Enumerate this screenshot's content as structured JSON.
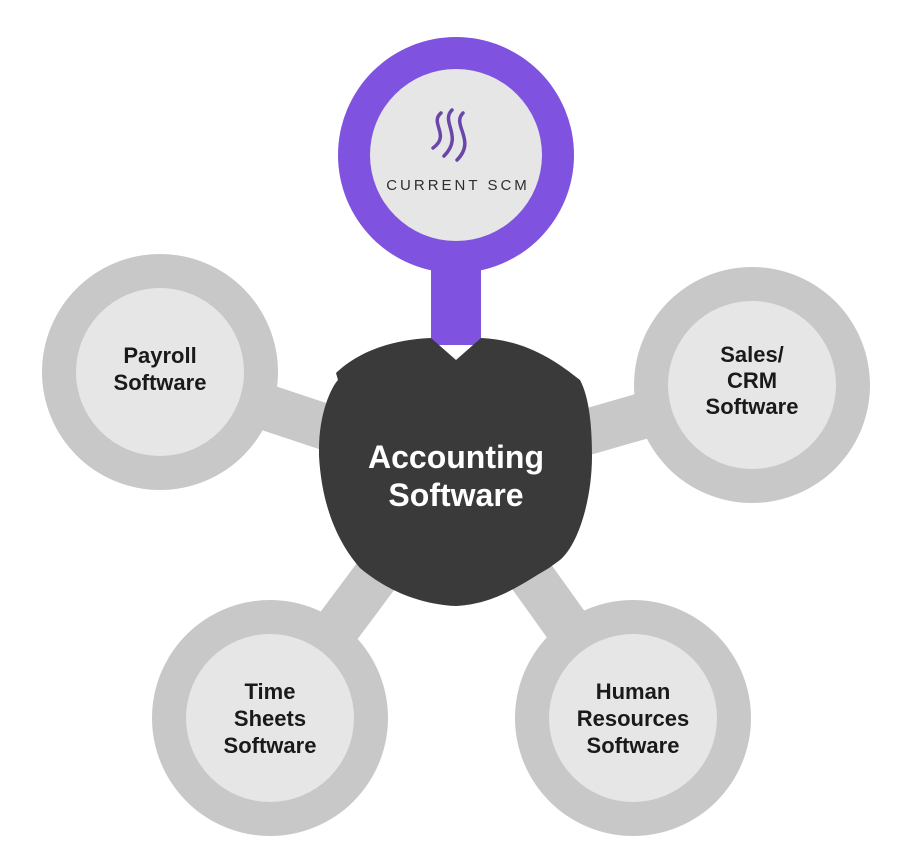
{
  "hub": {
    "line1": "Accounting",
    "line2": "Software",
    "color": "#3a3a3a"
  },
  "featured": {
    "brand": "CURRENT SCM",
    "logo_icon": "wave-lines-icon",
    "ring_color": "#8052e0",
    "logo_color": "#6a46a8"
  },
  "nodes": {
    "payroll": {
      "lines": [
        "Payroll",
        "Software"
      ]
    },
    "sales": {
      "lines": [
        "Sales/",
        "CRM",
        "Software"
      ]
    },
    "timesheets": {
      "lines": [
        "Time",
        "Sheets",
        "Software"
      ]
    },
    "hr": {
      "lines": [
        "Human",
        "Resources",
        "Software"
      ]
    }
  },
  "colors": {
    "ring": "#c8c8c8",
    "inner": "#e6e6e6",
    "text": "#1a1a1a"
  }
}
